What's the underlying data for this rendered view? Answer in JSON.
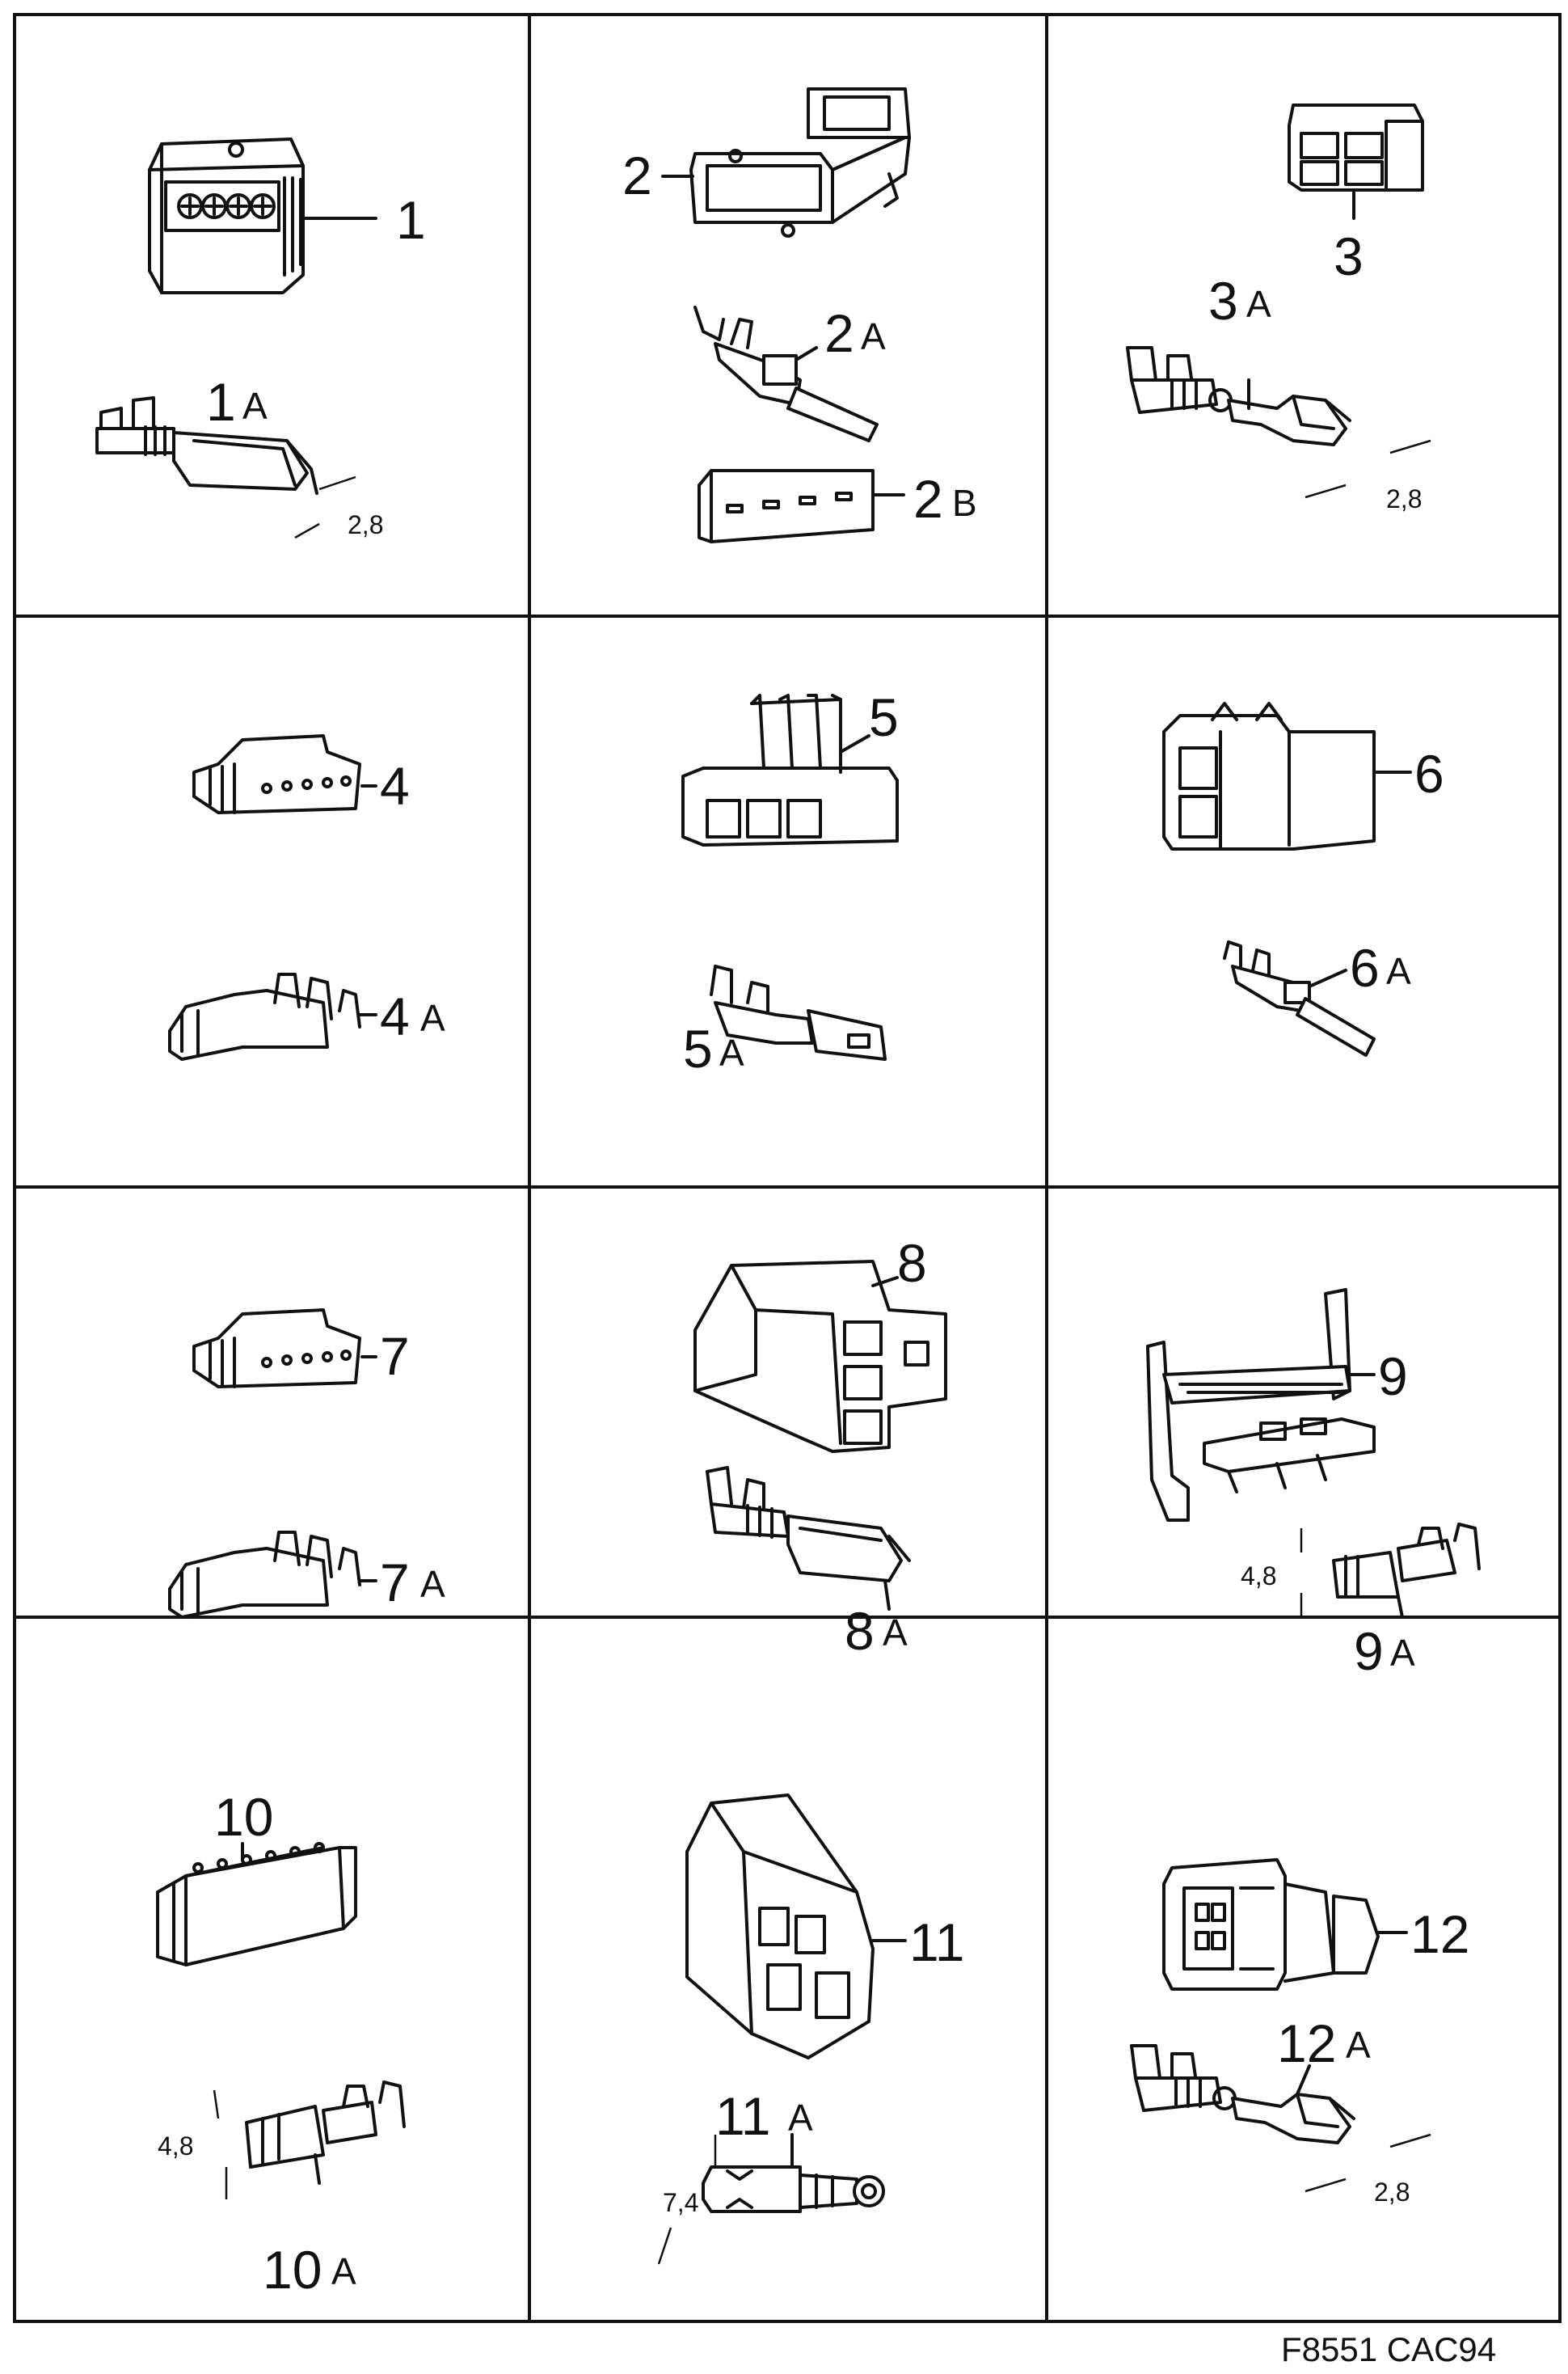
{
  "figure_code": "F8551  CAC94",
  "parts": [
    {
      "id": "1",
      "label": "1",
      "terminal_label": "1",
      "terminal_suffix": "A",
      "dimension": "2,8"
    },
    {
      "id": "2",
      "label": "2",
      "terminal_label": "2",
      "terminal_suffix": "A",
      "extra_label": "2",
      "extra_suffix": "B"
    },
    {
      "id": "3",
      "label": "3",
      "terminal_label": "3",
      "terminal_suffix": "A",
      "dimension": "2,8"
    },
    {
      "id": "4",
      "label": "4",
      "terminal_label": "4",
      "terminal_suffix": "A"
    },
    {
      "id": "5",
      "label": "5",
      "terminal_label": "5",
      "terminal_suffix": "A"
    },
    {
      "id": "6",
      "label": "6",
      "terminal_label": "6",
      "terminal_suffix": "A"
    },
    {
      "id": "7",
      "label": "7",
      "terminal_label": "7",
      "terminal_suffix": "A"
    },
    {
      "id": "8",
      "label": "8",
      "terminal_label": "8",
      "terminal_suffix": "A"
    },
    {
      "id": "9",
      "label": "9",
      "terminal_label": "9",
      "terminal_suffix": "A",
      "dimension": "4,8"
    },
    {
      "id": "10",
      "label": "10",
      "terminal_label": "10",
      "terminal_suffix": "A",
      "dimension": "4,8"
    },
    {
      "id": "11",
      "label": "11",
      "terminal_label": "11",
      "terminal_suffix": "A",
      "dimension": "7,4"
    },
    {
      "id": "12",
      "label": "12",
      "terminal_label": "12",
      "terminal_suffix": "A",
      "dimension": "2,8"
    }
  ]
}
